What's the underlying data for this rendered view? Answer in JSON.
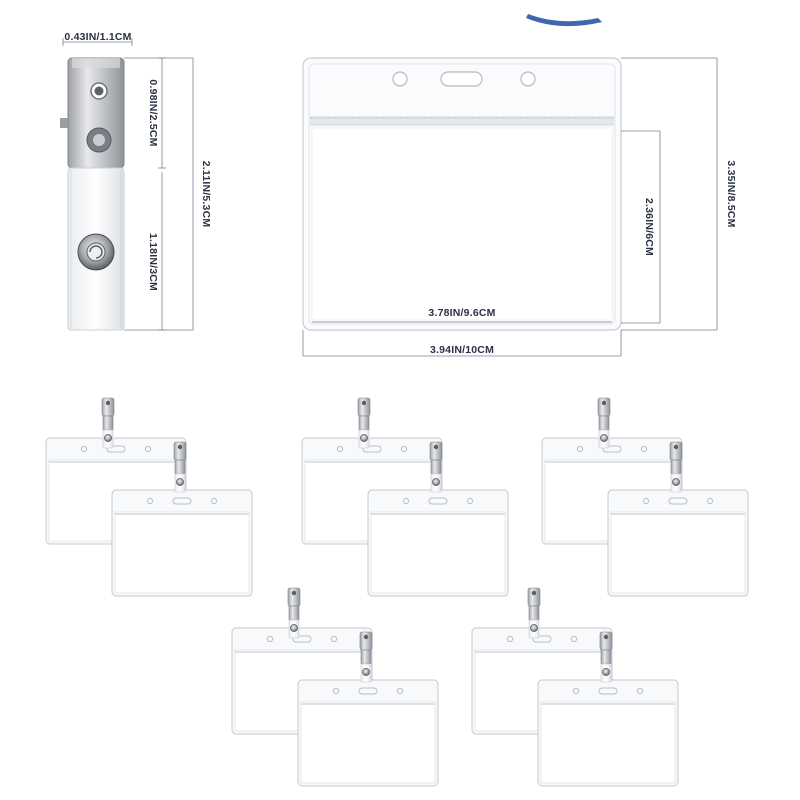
{
  "product": {
    "name": "Horizontal clear ID badge holder with clip",
    "pairs_shown": 5
  },
  "dimensions": {
    "clip_width": "0.43IN/1.1CM",
    "clip_top_section": "0.98IN/2.5CM",
    "clip_total": "2.11IN/5.3CM",
    "clip_strap": "1.18IN/3CM",
    "card_height_total": "3.35IN/8.5CM",
    "card_window_height": "2.36IN/6CM",
    "card_window_width": "3.78IN/9.6CM",
    "card_width_total": "3.94IN/10CM"
  },
  "colors": {
    "dimension_text": "#2a3142",
    "dimension_line": "#7a8090",
    "holder_edge": "#c8ccd2",
    "holder_fill": "#f7f8f9",
    "metal": "#b9bcc1",
    "accent_blue": "#2b55a8"
  }
}
